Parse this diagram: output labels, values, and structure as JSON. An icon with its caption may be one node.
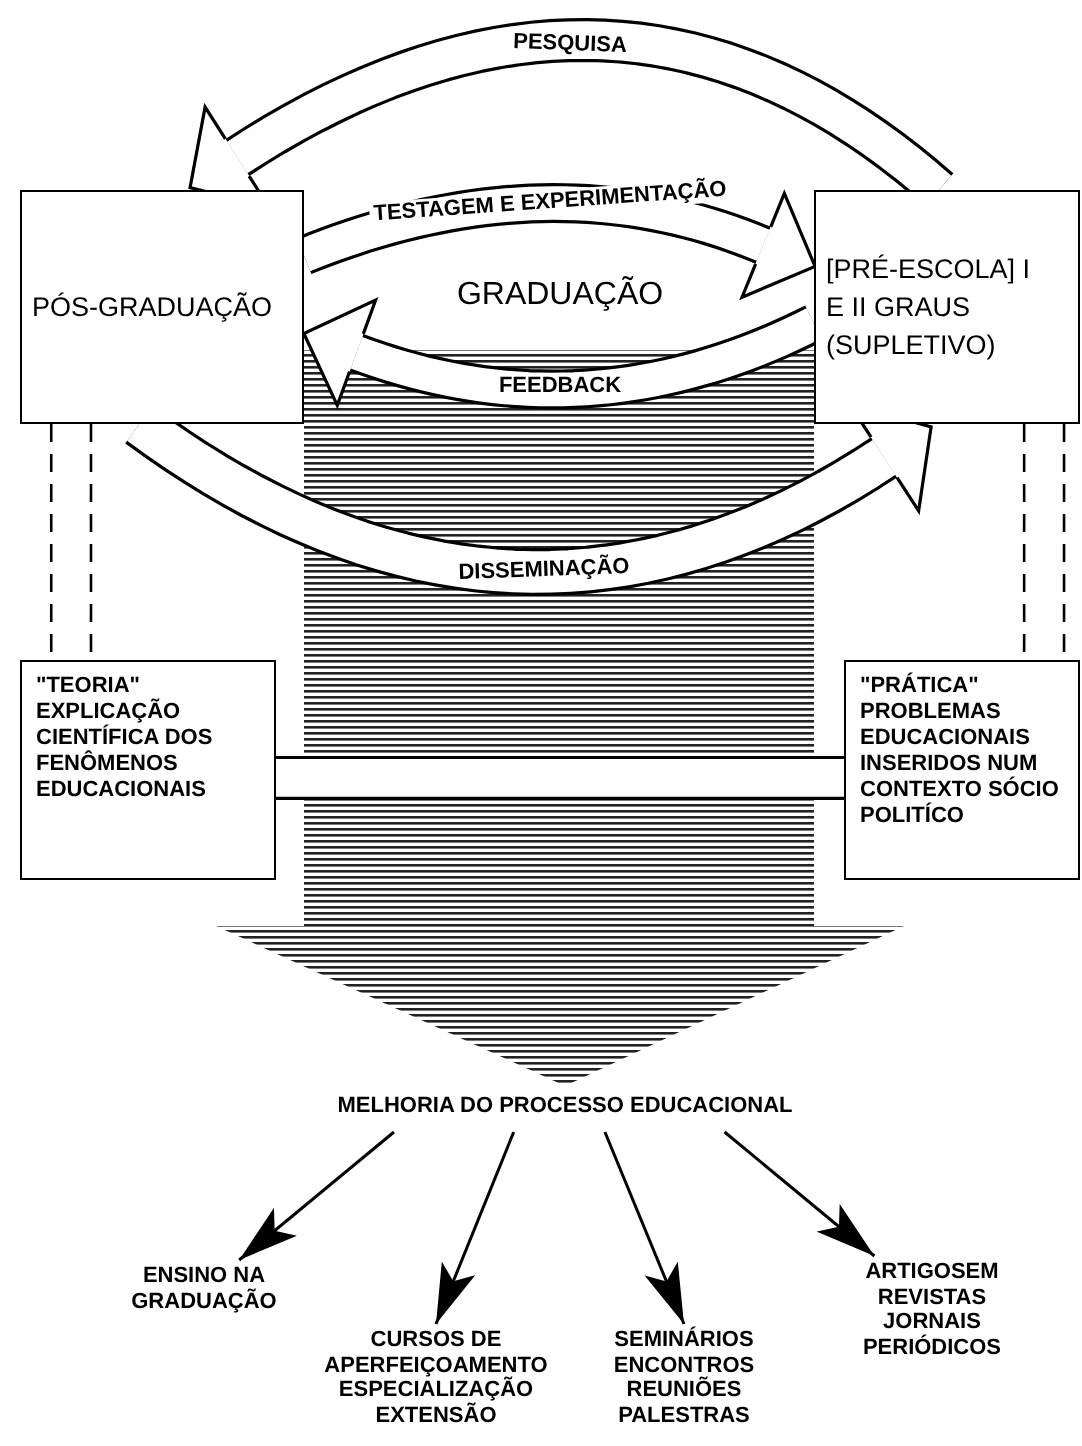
{
  "diagram": {
    "nodes": [
      {
        "text": [
          "PÓS-GRADUAÇÃO"
        ]
      },
      {
        "text": [
          "[PRÉ-ESCOLA] I E II GRAUS (SUPLETIVO)"
        ]
      },
      {
        "text": [
          "\"TEORIA\"",
          "EXPLICAÇÃO CIENTÍFICA DOS FENÔMENOS EDUCACIONAIS"
        ]
      },
      {
        "text": [
          "\"PRÁTICA\"",
          "PROBLEMAS EDUCACIONAIS INSERIDOS NUM CONTEXTO SÓCIO POLITÍCO"
        ]
      },
      {
        "text": [
          "MELHORIA DO PROCESSO EDUCACIONAL"
        ]
      },
      {
        "text": [
          "ENSINO NA GRADUAÇÃO"
        ]
      },
      {
        "text": [
          "CURSOS DE APERFEIÇOAMENTO ESPECIALIZAÇÃO EXTENSÃO"
        ]
      },
      {
        "text": [
          "SEMINÁRIOS ENCONTROS REUNIÕES PALESTRAS"
        ]
      },
      {
        "text": [
          "ARTIGOSEM REVISTAS JORNAIS PERIÓDICOS"
        ]
      }
    ],
    "edges": [
      {
        "from": 1,
        "to": 0,
        "arrow": "to",
        "label": "PESQUISA",
        "style": "thick"
      },
      {
        "from": 0,
        "to": 1,
        "arrow": "to",
        "label": "TESTAGEM E EXPERIMENTAÇÃO",
        "style": "thick"
      },
      {
        "from": 1,
        "to": 0,
        "arrow": "to",
        "label": "FEEDBACK",
        "style": "thick"
      },
      {
        "from": 0,
        "to": 1,
        "arrow": "to",
        "label": "DISSEMINAÇÃO",
        "style": "thick"
      },
      {
        "from": 0,
        "to": 2,
        "arrow": "none",
        "style": "dashed"
      },
      {
        "from": 0,
        "to": 2,
        "arrow": "none",
        "style": "dashed"
      },
      {
        "from": 1,
        "to": 3,
        "arrow": "none",
        "style": "dashed"
      },
      {
        "from": 1,
        "to": 3,
        "arrow": "none",
        "style": "dashed"
      },
      {
        "from": 2,
        "to": 3,
        "arrow": "none",
        "style": "thick"
      },
      {
        "from": null,
        "to": 4,
        "arrow": "to",
        "style": "thick"
      },
      {
        "from": 4,
        "to": 5,
        "arrow": "to"
      },
      {
        "from": 4,
        "to": 6,
        "arrow": "to"
      },
      {
        "from": 4,
        "to": 7,
        "arrow": "to"
      },
      {
        "from": 4,
        "to": 8,
        "arrow": "to"
      }
    ],
    "labels": [
      "GRADUAÇÃO"
    ]
  }
}
